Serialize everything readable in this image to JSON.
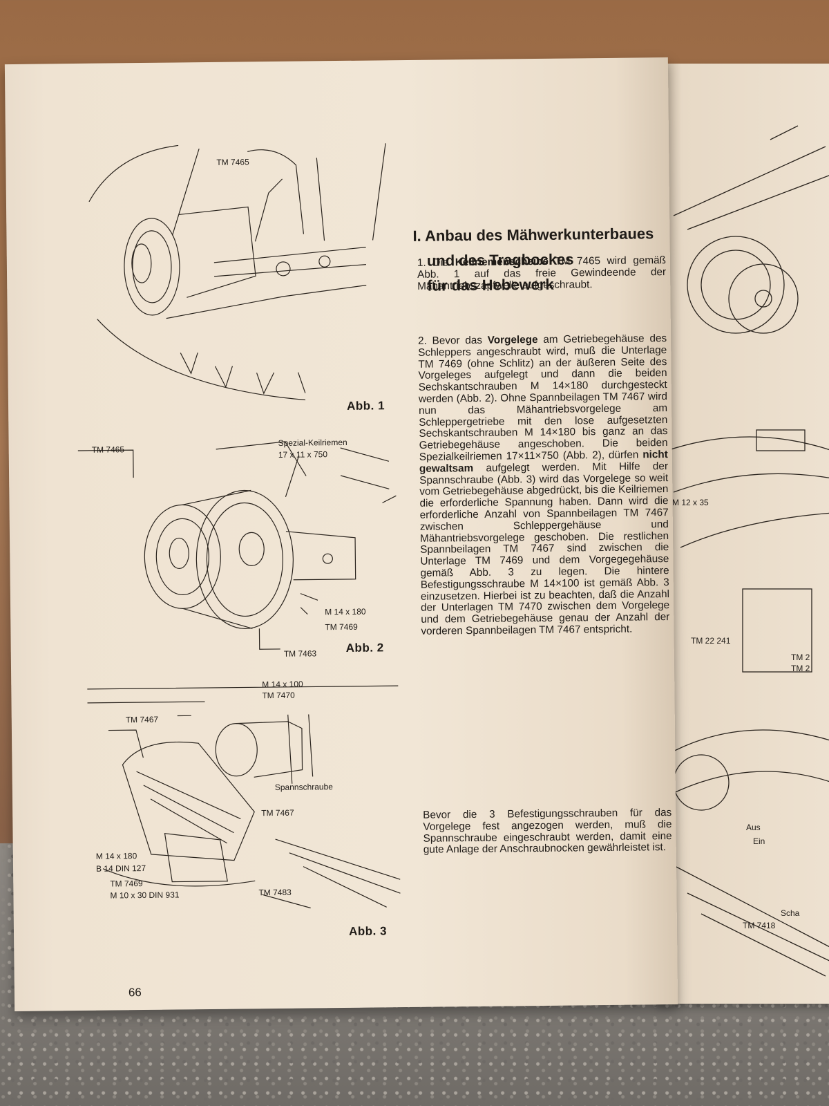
{
  "page_number": "66",
  "heading": {
    "line1": "I. Anbau des Mähwerkunterbaues",
    "line2": "und des Tragbockes",
    "line3": "für das Hebewerk"
  },
  "paragraphs": {
    "p1": {
      "num": "1.",
      "pre": "Die ",
      "bold": "Keilriemenscheibe",
      "post": " TM 7465 wird gemäß Abb. 1 auf das freie Gewindeende der Mähantriebszapfwelle aufgeschraubt."
    },
    "p2": {
      "num": "2.",
      "pre": "Bevor das ",
      "bold1": "Vorgelege",
      "mid": " am Getriebegehäuse des Schleppers angeschraubt wird, muß die Unterlage TM 7469 (ohne Schlitz) an der äußeren Seite des Vorgeleges aufgelegt und dann die beiden Sechskantschrauben M 14×180 durchgesteckt werden (Abb. 2). Ohne Spannbeilagen TM 7467 wird nun das Mähantriebsvorgelege am Schleppergetriebe mit den lose aufgesetzten Sechskantschrauben M 14×180 bis ganz an das Getriebegehäuse angeschoben. Die beiden Spezialkeilriemen 17×11×750 (Abb. 2), dürfen ",
      "bold2": "nicht gewaltsam",
      "post": " aufgelegt werden. Mit Hilfe der Spannschraube (Abb. 3) wird das Vorgelege so weit vom Getriebegehäuse abgedrückt, bis die Keilriemen die erforderliche Spannung haben. Dann wird die erforderliche Anzahl von Spannbeilagen TM 7467 zwischen Schleppergehäuse und Mähantriebsvorgelege geschoben. Die restlichen Spannbeilagen TM 7467 sind zwischen die Unterlage TM 7469 und dem Vorgegegehäuse gemäß Abb. 3 zu legen. Die hintere Befestigungsschraube M 14×100 ist gemäß Abb. 3 einzusetzen. Hierbei ist zu beachten, daß die Anzahl der Unterlagen TM 7470 zwischen dem Vorgelege und dem Getriebegehäuse genau der Anzahl der vorderen Spannbeilagen TM 7467 entspricht."
    },
    "p3": "Bevor die 3 Befestigungsschrauben für das Vorgelege fest angezogen werden, muß die Spannschraube eingeschraubt werden, damit eine gute Anlage der Anschraubnocken gewährleistet ist."
  },
  "figures": {
    "abb1": {
      "caption": "Abb. 1",
      "labels": {
        "tm7465": "TM 7465"
      }
    },
    "abb2": {
      "caption": "Abb. 2",
      "labels": {
        "tm7465": "TM 7465",
        "keilriemen": "Spezial-Keilriemen",
        "keilriemen_size": "17 x 11 x 750",
        "m14x180": "M 14 x 180",
        "tm7469": "TM 7469",
        "tm7463": "TM 7463"
      }
    },
    "abb3": {
      "caption": "Abb. 3",
      "labels": {
        "m14x100": "M 14 x 100",
        "tm7470": "TM 7470",
        "tm7467a": "TM 7467",
        "spannschraube": "Spannschraube",
        "tm7467b": "TM 7467",
        "m14x180": "M 14 x 180",
        "b14": "B 14 DIN 127",
        "tm7469": "TM 7469",
        "m10x30": "M 10 x 30 DIN 931",
        "tm7483": "TM 7483"
      }
    }
  },
  "right_page": {
    "labels": {
      "m12x35": "M 12 x 35",
      "tm22241": "TM 22 241",
      "tm2a": "TM 2",
      "tm2b": "TM 2",
      "aus": "Aus",
      "ein": "Ein",
      "tm7418": "TM 7418",
      "scha": "Scha"
    }
  }
}
